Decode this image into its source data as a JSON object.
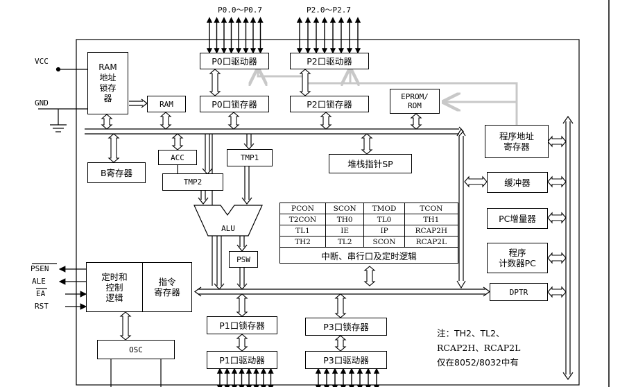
{
  "port_labels": {
    "p0_bus": "P0.0～P0.7",
    "p2_bus": "P2.0～P2.7"
  },
  "pins": {
    "vcc": "VCC",
    "gnd": "GND",
    "psen": "PSEN",
    "ale": "ALE",
    "ea": "EA",
    "rst": "RST"
  },
  "blocks": {
    "ram_addr_latch": "RAM\n地址\n锁存\n器",
    "ram": "RAM",
    "p0_driver": "P0口驱动器",
    "p2_driver": "P2口驱动器",
    "p0_latch": "P0口锁存器",
    "p2_latch": "P2口锁存器",
    "eprom": "EPROM/\nROM",
    "prog_addr_reg": "程序地址\n寄存器",
    "b_reg": "B寄存器",
    "acc": "ACC",
    "tmp1": "TMP1",
    "tmp2": "TMP2",
    "stack_ptr": "堆栈指针SP",
    "buffer": "缓冲器",
    "pc_incr": "PC增量器",
    "pc": "程序\n计数器PC",
    "alu": "ALU",
    "psw": "PSW",
    "timing_ctrl": "定时和\n控制\n逻辑",
    "instr_reg": "指令\n寄存器",
    "dptr": "DPTR",
    "osc": "OSC",
    "p1_latch": "P1口锁存器",
    "p3_latch": "P3口锁存器",
    "p1_driver": "P1口驱动器",
    "p3_driver": "P3口驱动器"
  },
  "sfr_table": {
    "rows": [
      [
        "PCON",
        "SCON",
        "TMOD",
        "TCON"
      ],
      [
        "T2CON",
        "TH0",
        "TL0",
        "TH1"
      ],
      [
        "TL1",
        "IE",
        "IP",
        "RCAP2H"
      ],
      [
        "TH2",
        "TL2",
        "SCON",
        "RCAP2L"
      ]
    ],
    "caption": "中断、串行口及定时逻辑"
  },
  "note": {
    "line1": "注：TH2、TL2、",
    "line2": "RCAP2H、RCAP2L",
    "line3": "仅在8052/8032中有"
  }
}
